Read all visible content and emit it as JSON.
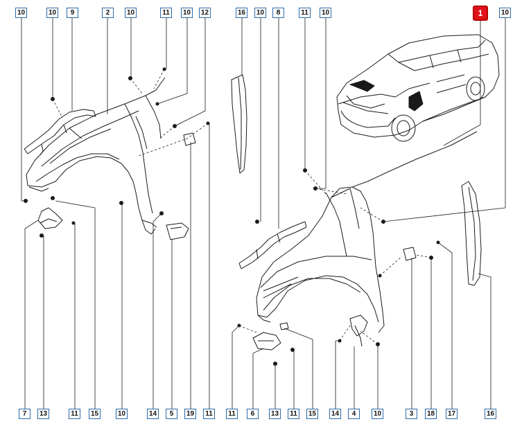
{
  "callouts_top": [
    {
      "id": "t1",
      "text": "10"
    },
    {
      "id": "t2",
      "text": "10"
    },
    {
      "id": "t3",
      "text": "9"
    },
    {
      "id": "t4",
      "text": "2"
    },
    {
      "id": "t5",
      "text": "10"
    },
    {
      "id": "t6",
      "text": "11"
    },
    {
      "id": "t7",
      "text": "10"
    },
    {
      "id": "t8",
      "text": "12"
    },
    {
      "id": "t9",
      "text": "16"
    },
    {
      "id": "t10",
      "text": "10"
    },
    {
      "id": "t11",
      "text": "8"
    },
    {
      "id": "t12",
      "text": "11"
    },
    {
      "id": "t13",
      "text": "10"
    },
    {
      "id": "t14",
      "text": "1"
    },
    {
      "id": "t15",
      "text": "10"
    }
  ],
  "callouts_bottom": [
    {
      "id": "b1",
      "text": "7"
    },
    {
      "id": "b2",
      "text": "13"
    },
    {
      "id": "b3",
      "text": "11"
    },
    {
      "id": "b4",
      "text": "15"
    },
    {
      "id": "b5",
      "text": "10"
    },
    {
      "id": "b6",
      "text": "14"
    },
    {
      "id": "b7",
      "text": "5"
    },
    {
      "id": "b8",
      "text": "19"
    },
    {
      "id": "b9",
      "text": "11"
    },
    {
      "id": "b10",
      "text": "11"
    },
    {
      "id": "b11",
      "text": "6"
    },
    {
      "id": "b12",
      "text": "13"
    },
    {
      "id": "b13",
      "text": "11"
    },
    {
      "id": "b14",
      "text": "15"
    },
    {
      "id": "b15",
      "text": "14"
    },
    {
      "id": "b16",
      "text": "4"
    },
    {
      "id": "b17",
      "text": "10"
    },
    {
      "id": "b18",
      "text": "3"
    },
    {
      "id": "b19",
      "text": "18"
    },
    {
      "id": "b20",
      "text": "17"
    },
    {
      "id": "b21",
      "text": "16"
    }
  ],
  "colors": {
    "line": "#1a1a1a",
    "label_border": "#2a6aa8",
    "highlight": "#e0141c"
  }
}
